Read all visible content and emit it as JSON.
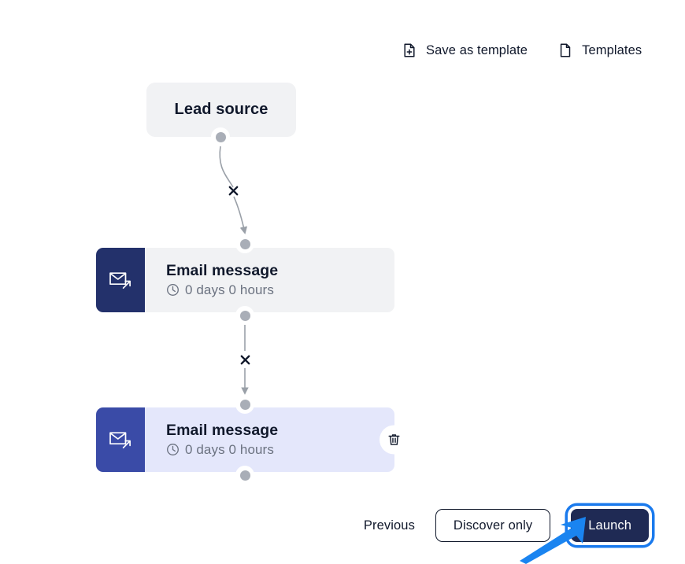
{
  "header": {
    "actions": [
      {
        "label": "Save as template",
        "icon": "document-plus-icon"
      },
      {
        "label": "Templates",
        "icon": "document-icon"
      }
    ]
  },
  "flow": {
    "trigger": {
      "title": "Lead source"
    },
    "steps": [
      {
        "title": "Email message",
        "delay": "0 days 0 hours",
        "icon": "email-send-icon",
        "selected": false
      },
      {
        "title": "Email message",
        "delay": "0 days 0 hours",
        "icon": "email-send-icon",
        "selected": true,
        "delete_label": "Delete step"
      }
    ],
    "edge_remove_label": "✕"
  },
  "footer": {
    "previous_label": "Previous",
    "discover_label": "Discover only",
    "launch_label": "Launch"
  },
  "colors": {
    "node_default_bg": "#f1f2f4",
    "node_selected_bg": "#e4e7fb",
    "icon_default_bg": "#23316b",
    "icon_selected_bg": "#3a4ba7",
    "port": "#a9aeb7",
    "edge": "#9aa0a8",
    "primary": "#1f2a54",
    "focus_ring": "#1a7aed",
    "annotation": "#1a84f0",
    "text": "#10182b",
    "muted_text": "#6b7280"
  }
}
